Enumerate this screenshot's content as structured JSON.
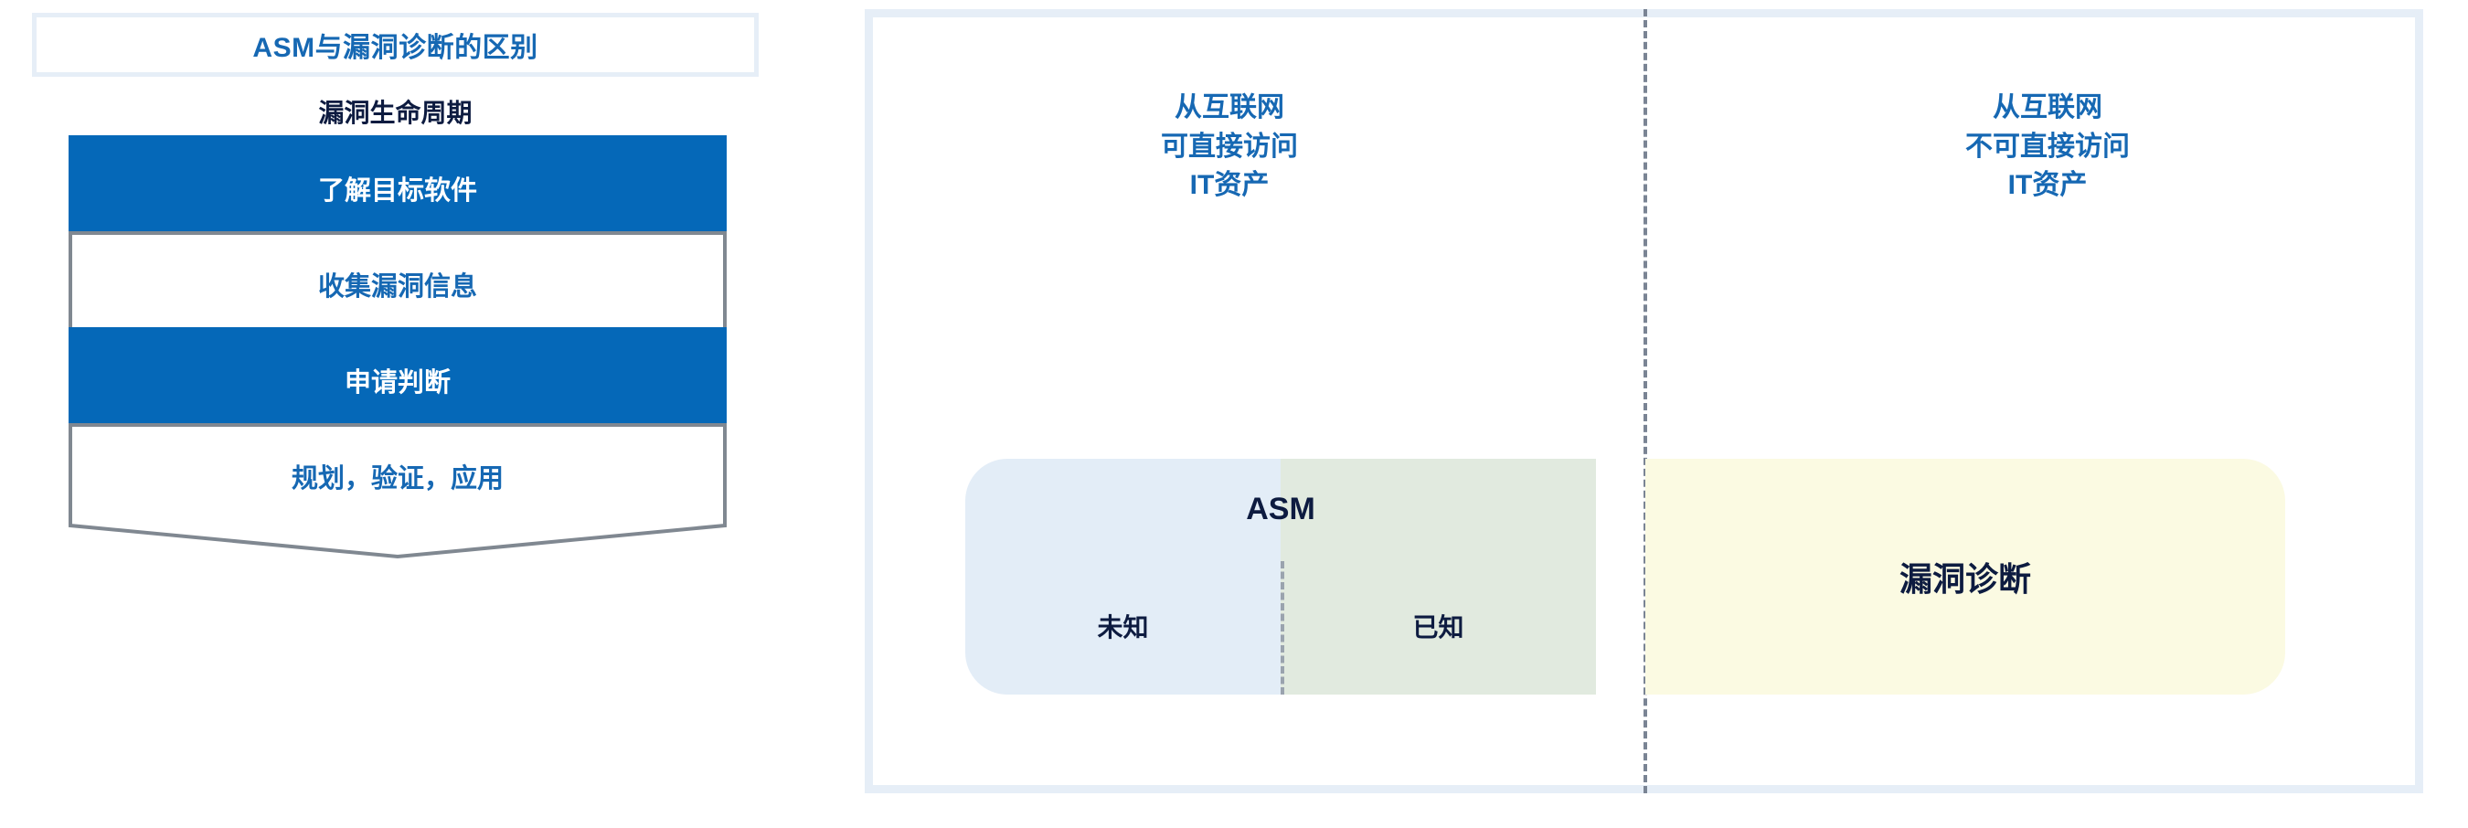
{
  "left_column": {
    "title": "ASM与漏洞诊断的区别",
    "lifecycle_heading": "漏洞生命周期",
    "steps": [
      {
        "label": "了解目标软件",
        "style": "filled"
      },
      {
        "label": "收集漏洞信息",
        "style": "outline"
      },
      {
        "label": "申请判断",
        "style": "filled"
      },
      {
        "label": "规划，验证，应用",
        "style": "outline"
      }
    ]
  },
  "right_panel": {
    "headings": {
      "left": "从互联网\n可直接访问\nIT资产",
      "right": "从互联网\n不可直接访问\nIT资产"
    },
    "asm_block": {
      "title": "ASM",
      "unknown_label": "未知",
      "known_label": "已知"
    },
    "vuln_block": {
      "title": "漏洞诊断"
    }
  },
  "colors": {
    "brand_blue": "#1668b3",
    "chevron_fill_blue": "#0568b8",
    "chevron_outline_gray": "#808891",
    "panel_border_light_blue": "#e6eef7",
    "navy_text": "#0d1b40",
    "asm_unknown_bg": "#e3edf7",
    "asm_known_bg": "#e1eadf",
    "vuln_bg": "#fbfae2",
    "divider_dashed": "#7a8494"
  }
}
